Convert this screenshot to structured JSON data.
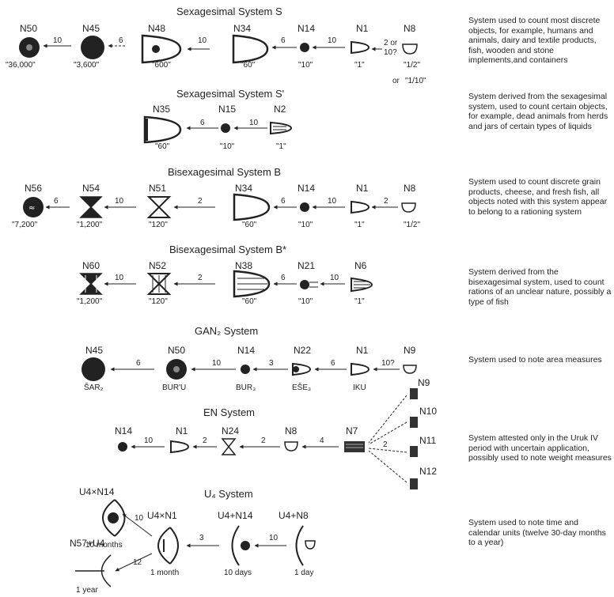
{
  "titles": {
    "s": "Sexagesimal System S",
    "s_prime": "Sexagesimal System S'",
    "b": "Bisexagesimal System B",
    "b_star": "Bisexagesimal System B*",
    "gan2": "GAN₂ System",
    "en": "EN System",
    "u4": "U₄ System"
  },
  "descriptions": {
    "s": "System used to count most discrete objects, for example, humans and animals, dairy and textile products, fish, wooden and stone implements,and containers",
    "s_prime": "System derived from the sexagesimal system, used to count certain objects, for example, dead animals from herds and jars of certain types of liquids",
    "b": "System used to count discrete grain products, cheese, and fresh fish, all objects noted with this system appear to belong to a rationing system",
    "b_star": "System derived from the bisexagesimal system, used to count rations of an unclear nature, possibly a type of fish",
    "gan2": "System used to note area measures",
    "en": "System attested only in the Uruk IV period with uncertain application, possibly used to note weight measures",
    "u4": "System used to note time and calendar units (twelve 30-day months to a year)"
  },
  "s": {
    "labels": [
      "N50",
      "N45",
      "N48",
      "N34",
      "N14",
      "N1",
      "N8"
    ],
    "values": [
      "\"36,000\"",
      "\"3,600\"",
      "\"600\"",
      "\"60\"",
      "\"10\"",
      "\"1\""
    ],
    "convs": [
      "10",
      "6",
      "10",
      "6",
      "10"
    ],
    "conv_last": "2 or",
    "conv_last2": "10?",
    "frac1": "\"1/2\"",
    "frac_or": "or",
    "frac2": "\"1/10\""
  },
  "s_prime": {
    "labels": [
      "N35",
      "N15",
      "N2"
    ],
    "values": [
      "\"60\"",
      "\"10\"",
      "\"1\""
    ],
    "convs": [
      "6",
      "10"
    ]
  },
  "b": {
    "labels": [
      "N56",
      "N54",
      "N51",
      "N34",
      "N14",
      "N1",
      "N8"
    ],
    "values": [
      "\"7,200\"",
      "\"1,200\"",
      "\"120\"",
      "\"60\"",
      "\"10\"",
      "\"1\"",
      "\"1/2\""
    ],
    "convs": [
      "6",
      "10",
      "2",
      "6",
      "10",
      "2"
    ]
  },
  "b_star": {
    "labels": [
      "N60",
      "N52",
      "N38",
      "N21",
      "N6"
    ],
    "values": [
      "\"1,200\"",
      "\"120\"",
      "\"60\"",
      "\"10\"",
      "\"1\""
    ],
    "convs": [
      "10",
      "2",
      "6",
      "10"
    ]
  },
  "gan2": {
    "labels": [
      "N45",
      "N50",
      "N14",
      "N22",
      "N1",
      "N9"
    ],
    "names": [
      "ŠAR₂",
      "BUR'U",
      "BUR₃",
      "EŠE₃",
      "IKU"
    ],
    "convs": [
      "6",
      "10",
      "3",
      "6",
      "10?"
    ]
  },
  "en": {
    "labels": [
      "N14",
      "N1",
      "N24",
      "N8",
      "N7",
      "N9",
      "N10",
      "N11",
      "N12"
    ],
    "convs": [
      "10",
      "2",
      "2",
      "4",
      "2"
    ]
  },
  "u4": {
    "labels": [
      "U4×N14",
      "U4×N1",
      "U4+N14",
      "U4+N8",
      "N57+U4"
    ],
    "names": [
      "10 months",
      "1 month",
      "10 days",
      "1 day",
      "1 year"
    ],
    "convs": [
      "10",
      "3",
      "10",
      "12"
    ]
  }
}
